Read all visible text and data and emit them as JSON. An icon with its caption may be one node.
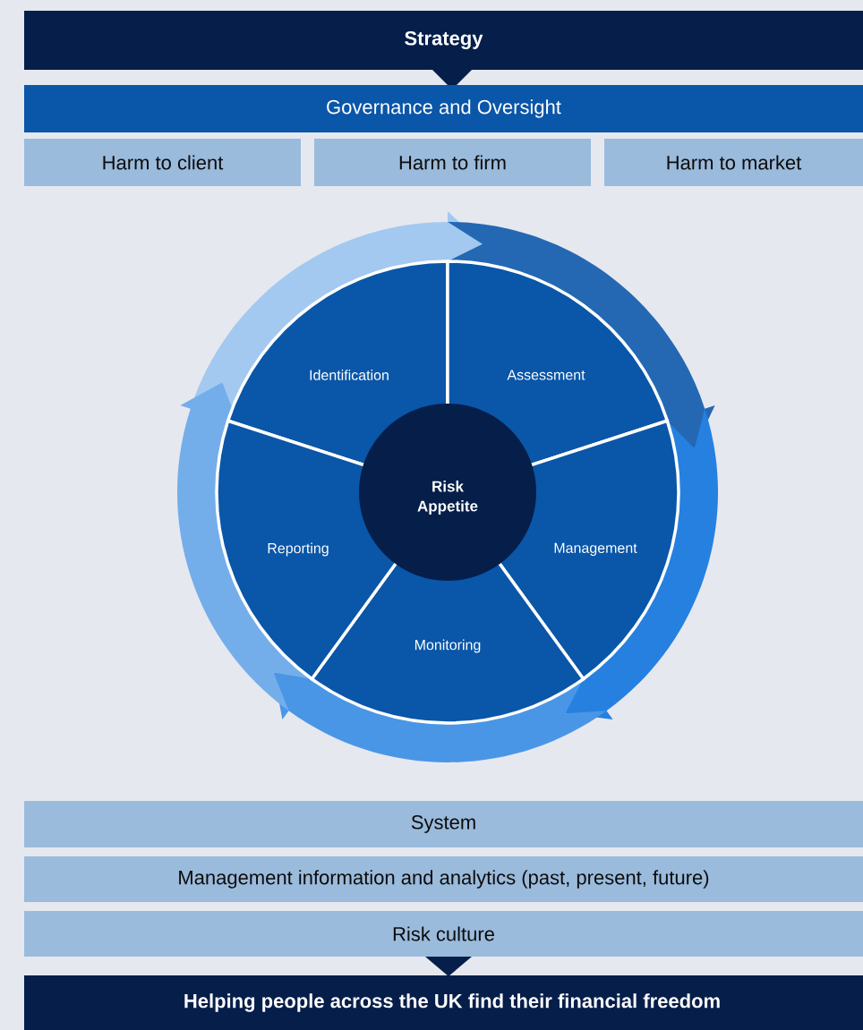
{
  "diagram": {
    "nodes": [
      {
        "text": [
          "Strategy"
        ]
      },
      {
        "text": [
          "Governance and Oversight"
        ]
      },
      {
        "text": [
          "Harm to client"
        ]
      },
      {
        "text": [
          "Harm to firm"
        ]
      },
      {
        "text": [
          "Harm to market"
        ]
      },
      {
        "text": [
          "Identification"
        ]
      },
      {
        "text": [
          "Assessment"
        ]
      },
      {
        "text": [
          "Management"
        ]
      },
      {
        "text": [
          "Monitoring"
        ]
      },
      {
        "text": [
          "Reporting"
        ]
      },
      {
        "text": [
          "Risk Appetite"
        ]
      },
      {
        "text": [
          "System"
        ]
      },
      {
        "text": [
          "Management information and analytics (past, present, future)"
        ]
      },
      {
        "text": [
          "Risk culture"
        ]
      },
      {
        "text": [
          "Helping people across the UK find their financial freedom"
        ]
      }
    ],
    "edges": [
      {
        "from": 5,
        "to": 6,
        "arrow": "to",
        "style": "thick",
        "color": "#a3c9f0"
      },
      {
        "from": 6,
        "to": 7,
        "arrow": "to",
        "style": "thick",
        "color": "#2468b4"
      },
      {
        "from": 7,
        "to": 8,
        "arrow": "to",
        "style": "thick",
        "color": "#2680e0"
      },
      {
        "from": 8,
        "to": 9,
        "arrow": "to",
        "style": "thick",
        "color": "#4a96e6"
      },
      {
        "from": 9,
        "to": 5,
        "arrow": "to",
        "style": "thick",
        "color": "#74aeea"
      }
    ]
  }
}
